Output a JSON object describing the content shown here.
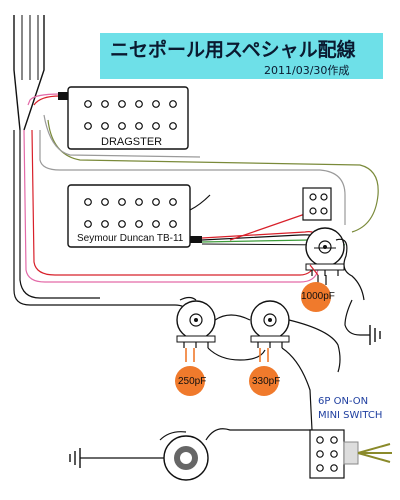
{
  "title": "ニセポール用スペシャル配線",
  "date": "2011/03/30作成",
  "pickups": {
    "neck": "DRAGSTER",
    "bridge": "Seymour Duncan TB-11"
  },
  "capacitors": {
    "volume_cap": "1000pF",
    "tone_cap_1": "250pF",
    "tone_cap_2": "330pF"
  },
  "switch": {
    "line1": "6P ON-ON",
    "line2": "MINI SWITCH"
  },
  "colors": {
    "title_bg": "#6ee0e8",
    "cap_orange": "#f07a2c",
    "switch_label_blue": "#1f3fa0",
    "hot_red": "#d8202a",
    "pink": "#e36aa8",
    "green": "#3d9c3a",
    "olive": "#7a8a3a",
    "gray": "#9a9a9a"
  }
}
